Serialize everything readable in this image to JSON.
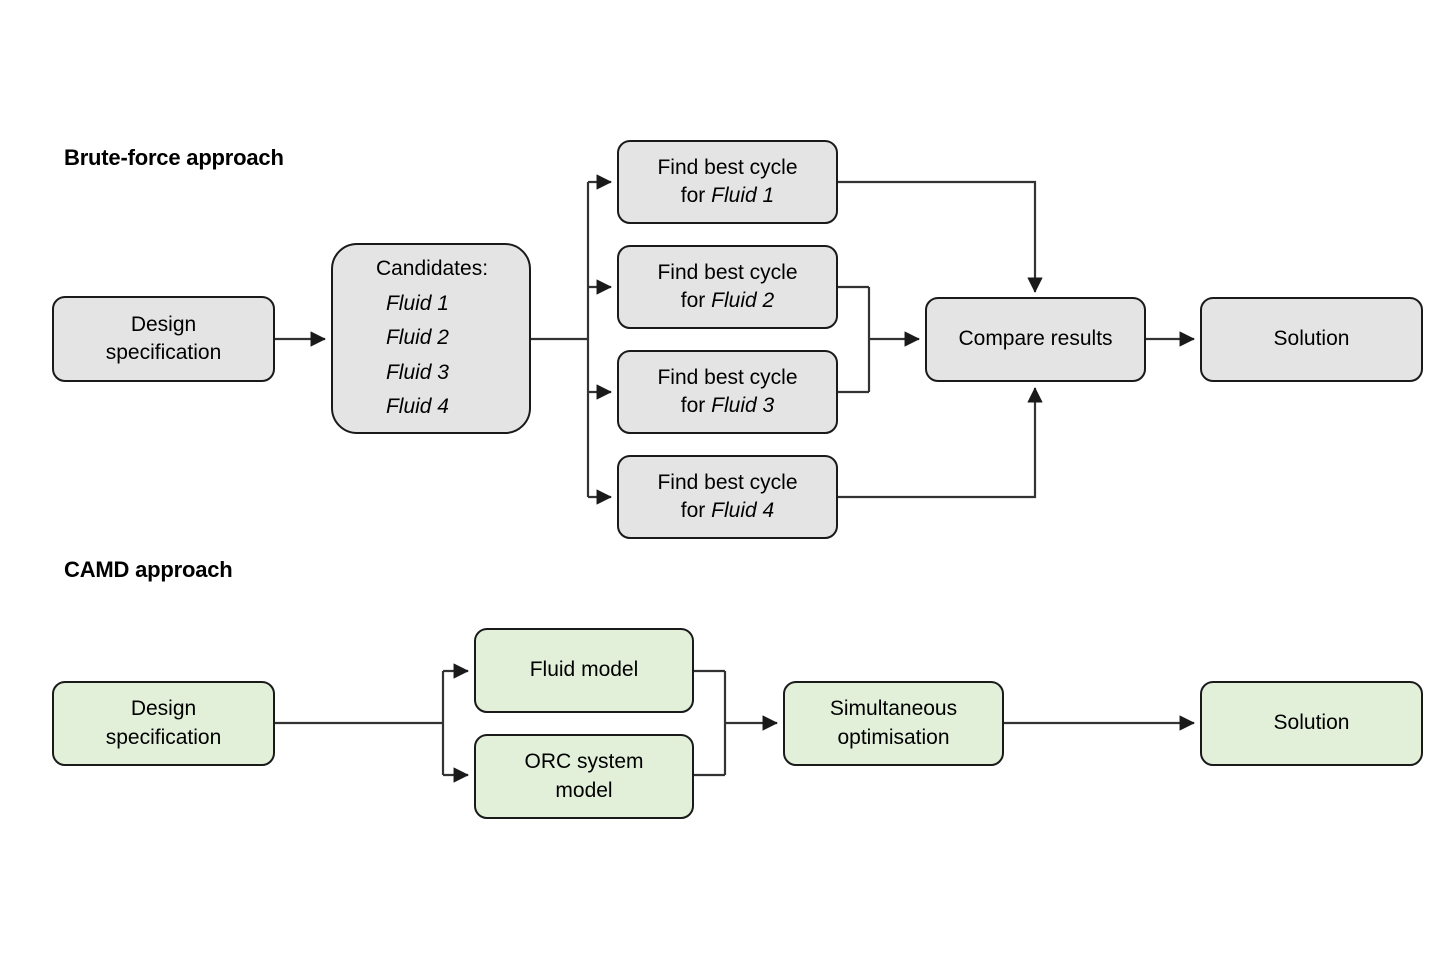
{
  "figure": {
    "background_color": "#ffffff",
    "stroke_color": "#1a1a1a",
    "gray_fill": "#e4e4e4",
    "green_fill": "#e2efd9"
  },
  "sections": {
    "brute_force": {
      "title": "Brute-force approach",
      "nodes": {
        "design_spec": "Design\nspecification",
        "design_spec_line1": "Design",
        "design_spec_line2": "specification",
        "candidates_head": "Candidates:",
        "candidates_items": [
          "Fluid 1",
          "Fluid 2",
          "Fluid 3",
          "Fluid 4"
        ],
        "find_cycle_prefix": "Find best cycle",
        "find_cycle_for": "for",
        "find_cycle_1_fluid": "Fluid 1",
        "find_cycle_2_fluid": "Fluid 2",
        "find_cycle_3_fluid": "Fluid 3",
        "find_cycle_4_fluid": "Fluid 4",
        "compare_results": "Compare results",
        "solution": "Solution"
      }
    },
    "camd": {
      "title": "CAMD approach",
      "nodes": {
        "design_spec_line1": "Design",
        "design_spec_line2": "specification",
        "fluid_model": "Fluid model",
        "orc_model_line1": "ORC system",
        "orc_model_line2": "model",
        "simultaneous_line1": "Simultaneous",
        "simultaneous_line2": "optimisation",
        "solution": "Solution"
      }
    }
  }
}
